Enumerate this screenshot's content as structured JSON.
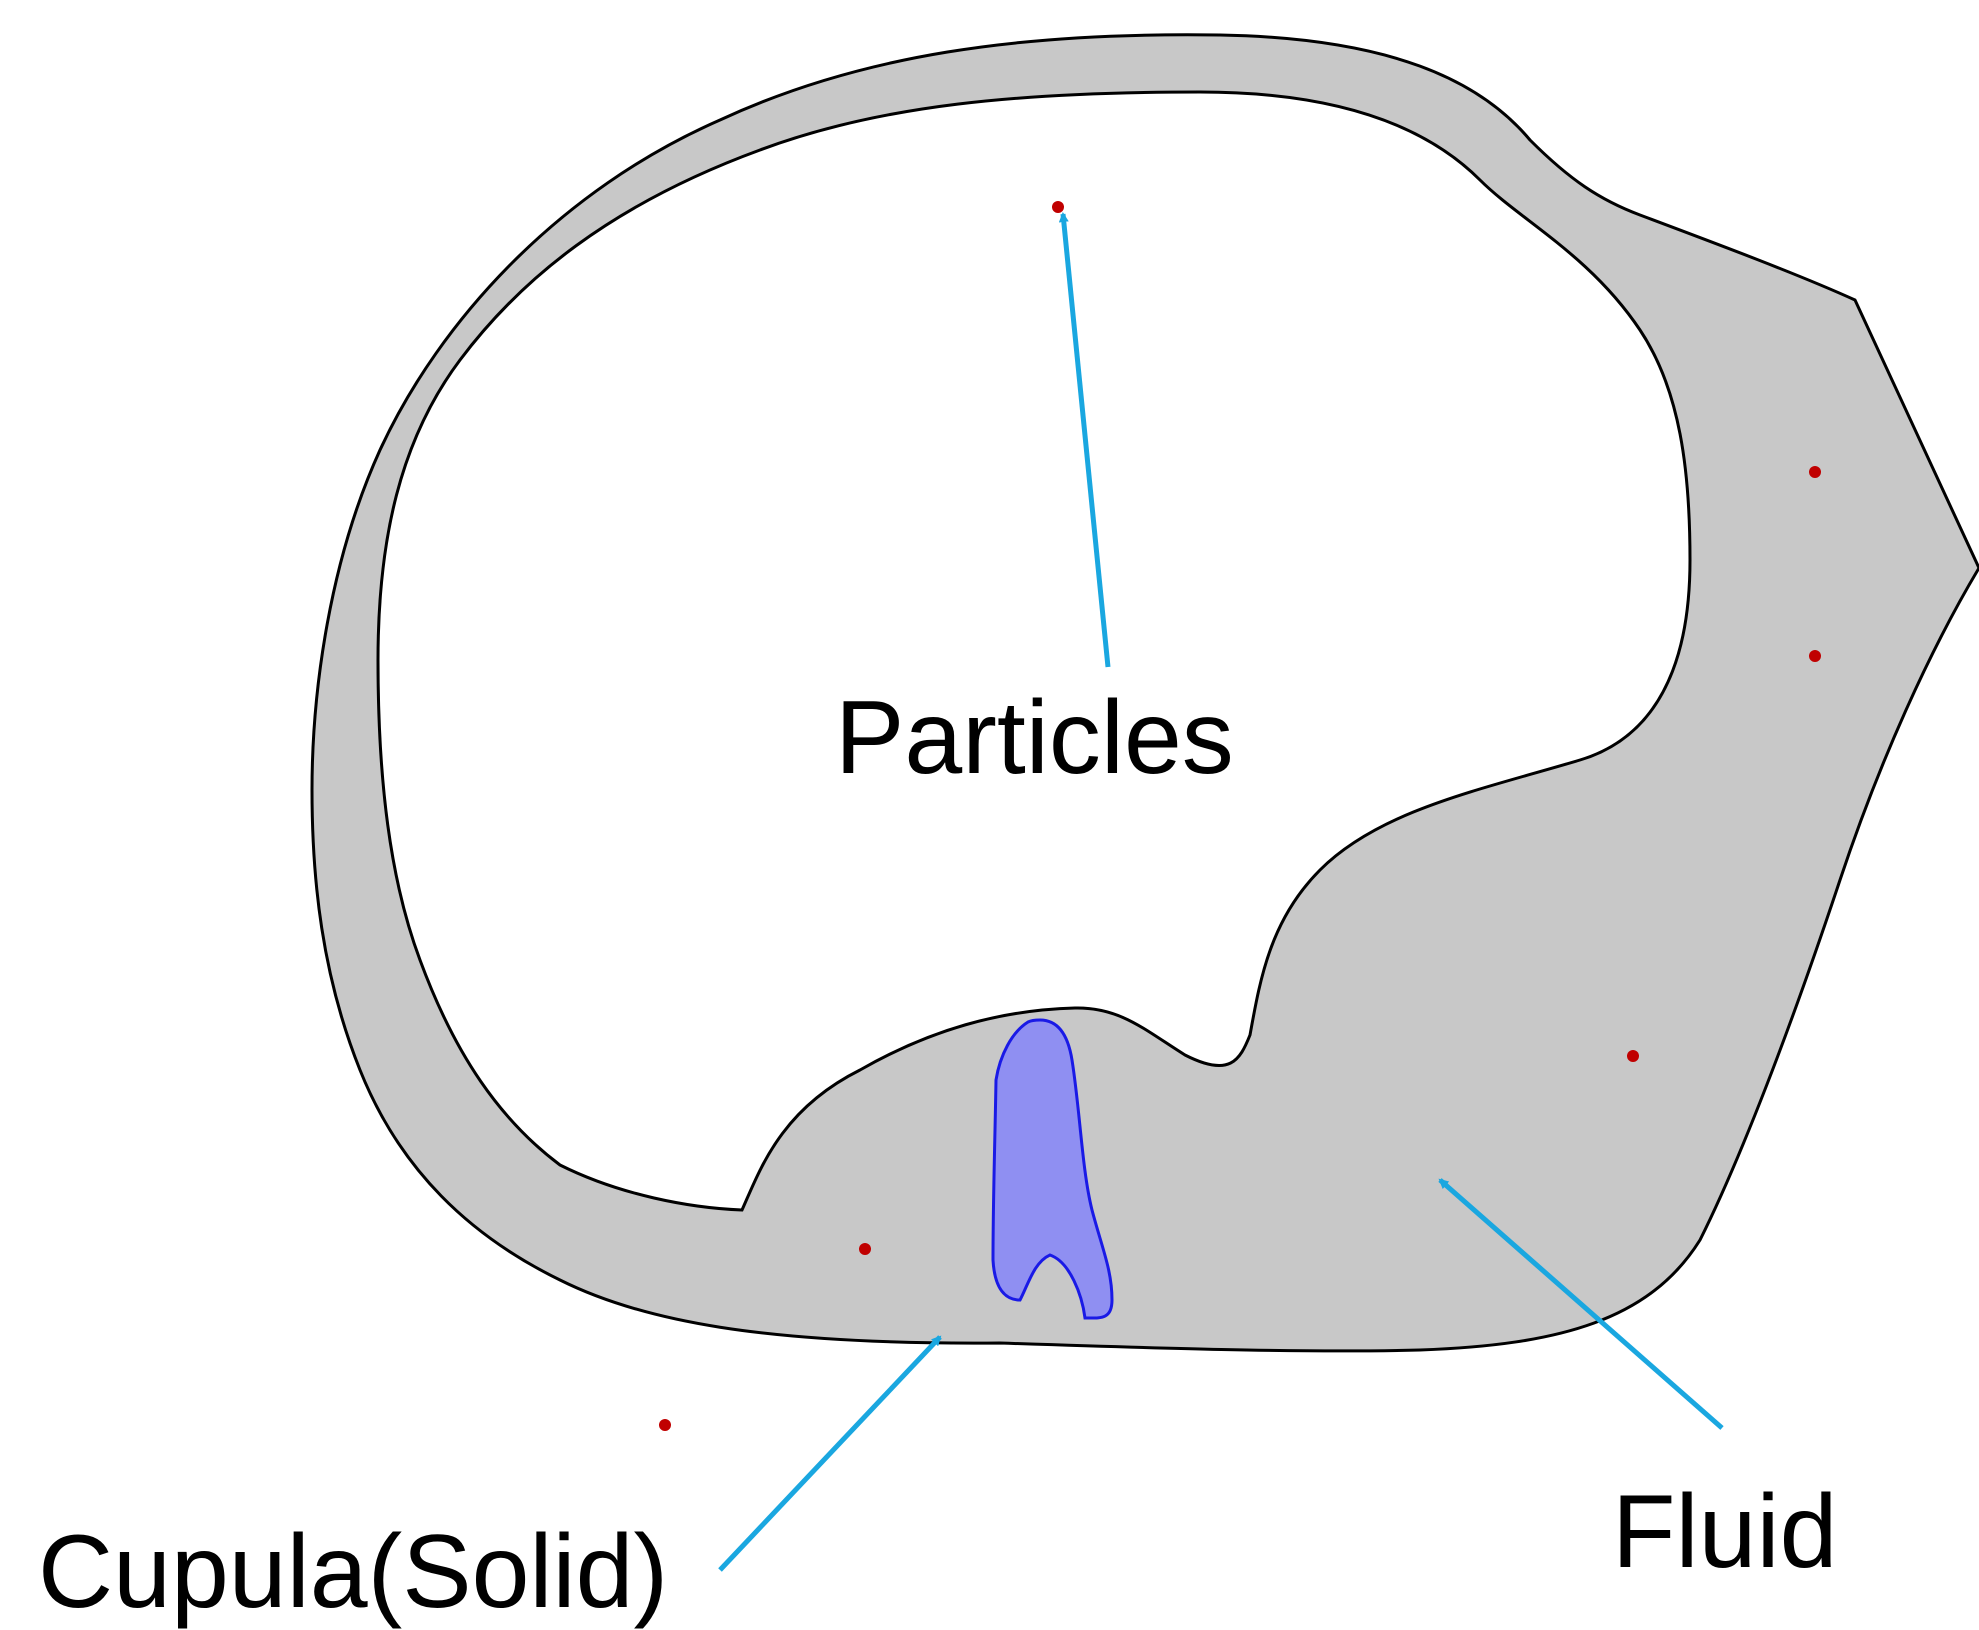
{
  "labels": {
    "particles": "Particles",
    "cupula": "Cupula(Solid)",
    "fluid": "Fluid"
  },
  "colors": {
    "fluid_fill": "#c8c8c8",
    "outline": "#000000",
    "cupula_fill": "#8f8ff2",
    "cupula_outline": "#1a1ae6",
    "particle": "#c00000",
    "arrow": "#1aa7e0",
    "background": "#ffffff"
  }
}
